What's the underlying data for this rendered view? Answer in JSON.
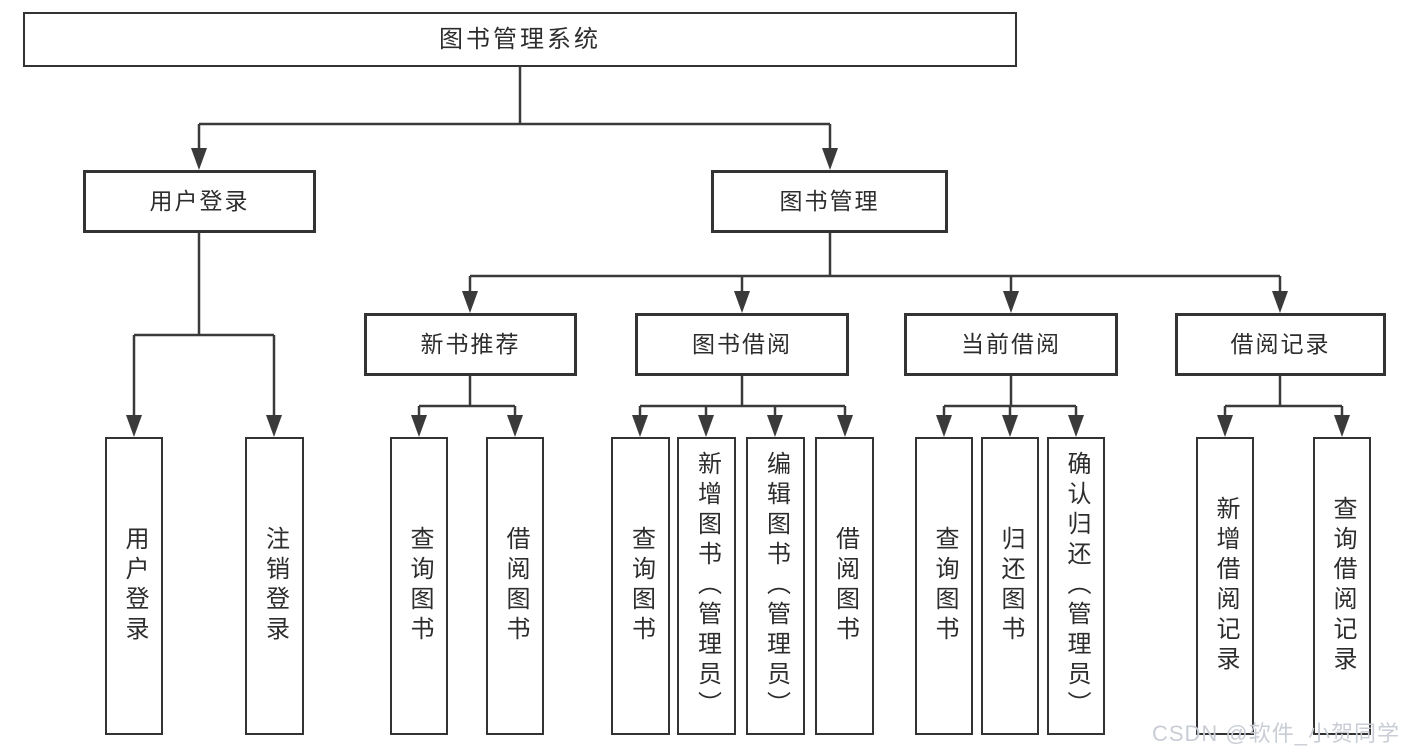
{
  "colors": {
    "line": "#3a3a3a",
    "border": "#333333",
    "text": "#2d2d2d",
    "watermark": "#c9cdd5",
    "background": "#ffffff"
  },
  "tree": {
    "root": {
      "label": "图书管理系统"
    },
    "children": [
      {
        "label": "用户登录",
        "leaves": [
          {
            "label": "用户登录"
          },
          {
            "label": "注销登录"
          }
        ]
      },
      {
        "label": "图书管理",
        "children": [
          {
            "label": "新书推荐",
            "leaves": [
              {
                "label": "查询图书"
              },
              {
                "label": "借阅图书"
              }
            ]
          },
          {
            "label": "图书借阅",
            "leaves": [
              {
                "label": "查询图书"
              },
              {
                "label": "新增图书（管理员）"
              },
              {
                "label": "编辑图书（管理员）"
              },
              {
                "label": "借阅图书"
              }
            ]
          },
          {
            "label": "当前借阅",
            "leaves": [
              {
                "label": "查询图书"
              },
              {
                "label": "归还图书"
              },
              {
                "label": "确认归还（管理员）"
              }
            ]
          },
          {
            "label": "借阅记录",
            "leaves": [
              {
                "label": "新增借阅记录"
              },
              {
                "label": "查询借阅记录"
              }
            ]
          }
        ]
      }
    ]
  },
  "watermark": {
    "text": "CSDN @软件_小贺同学"
  }
}
